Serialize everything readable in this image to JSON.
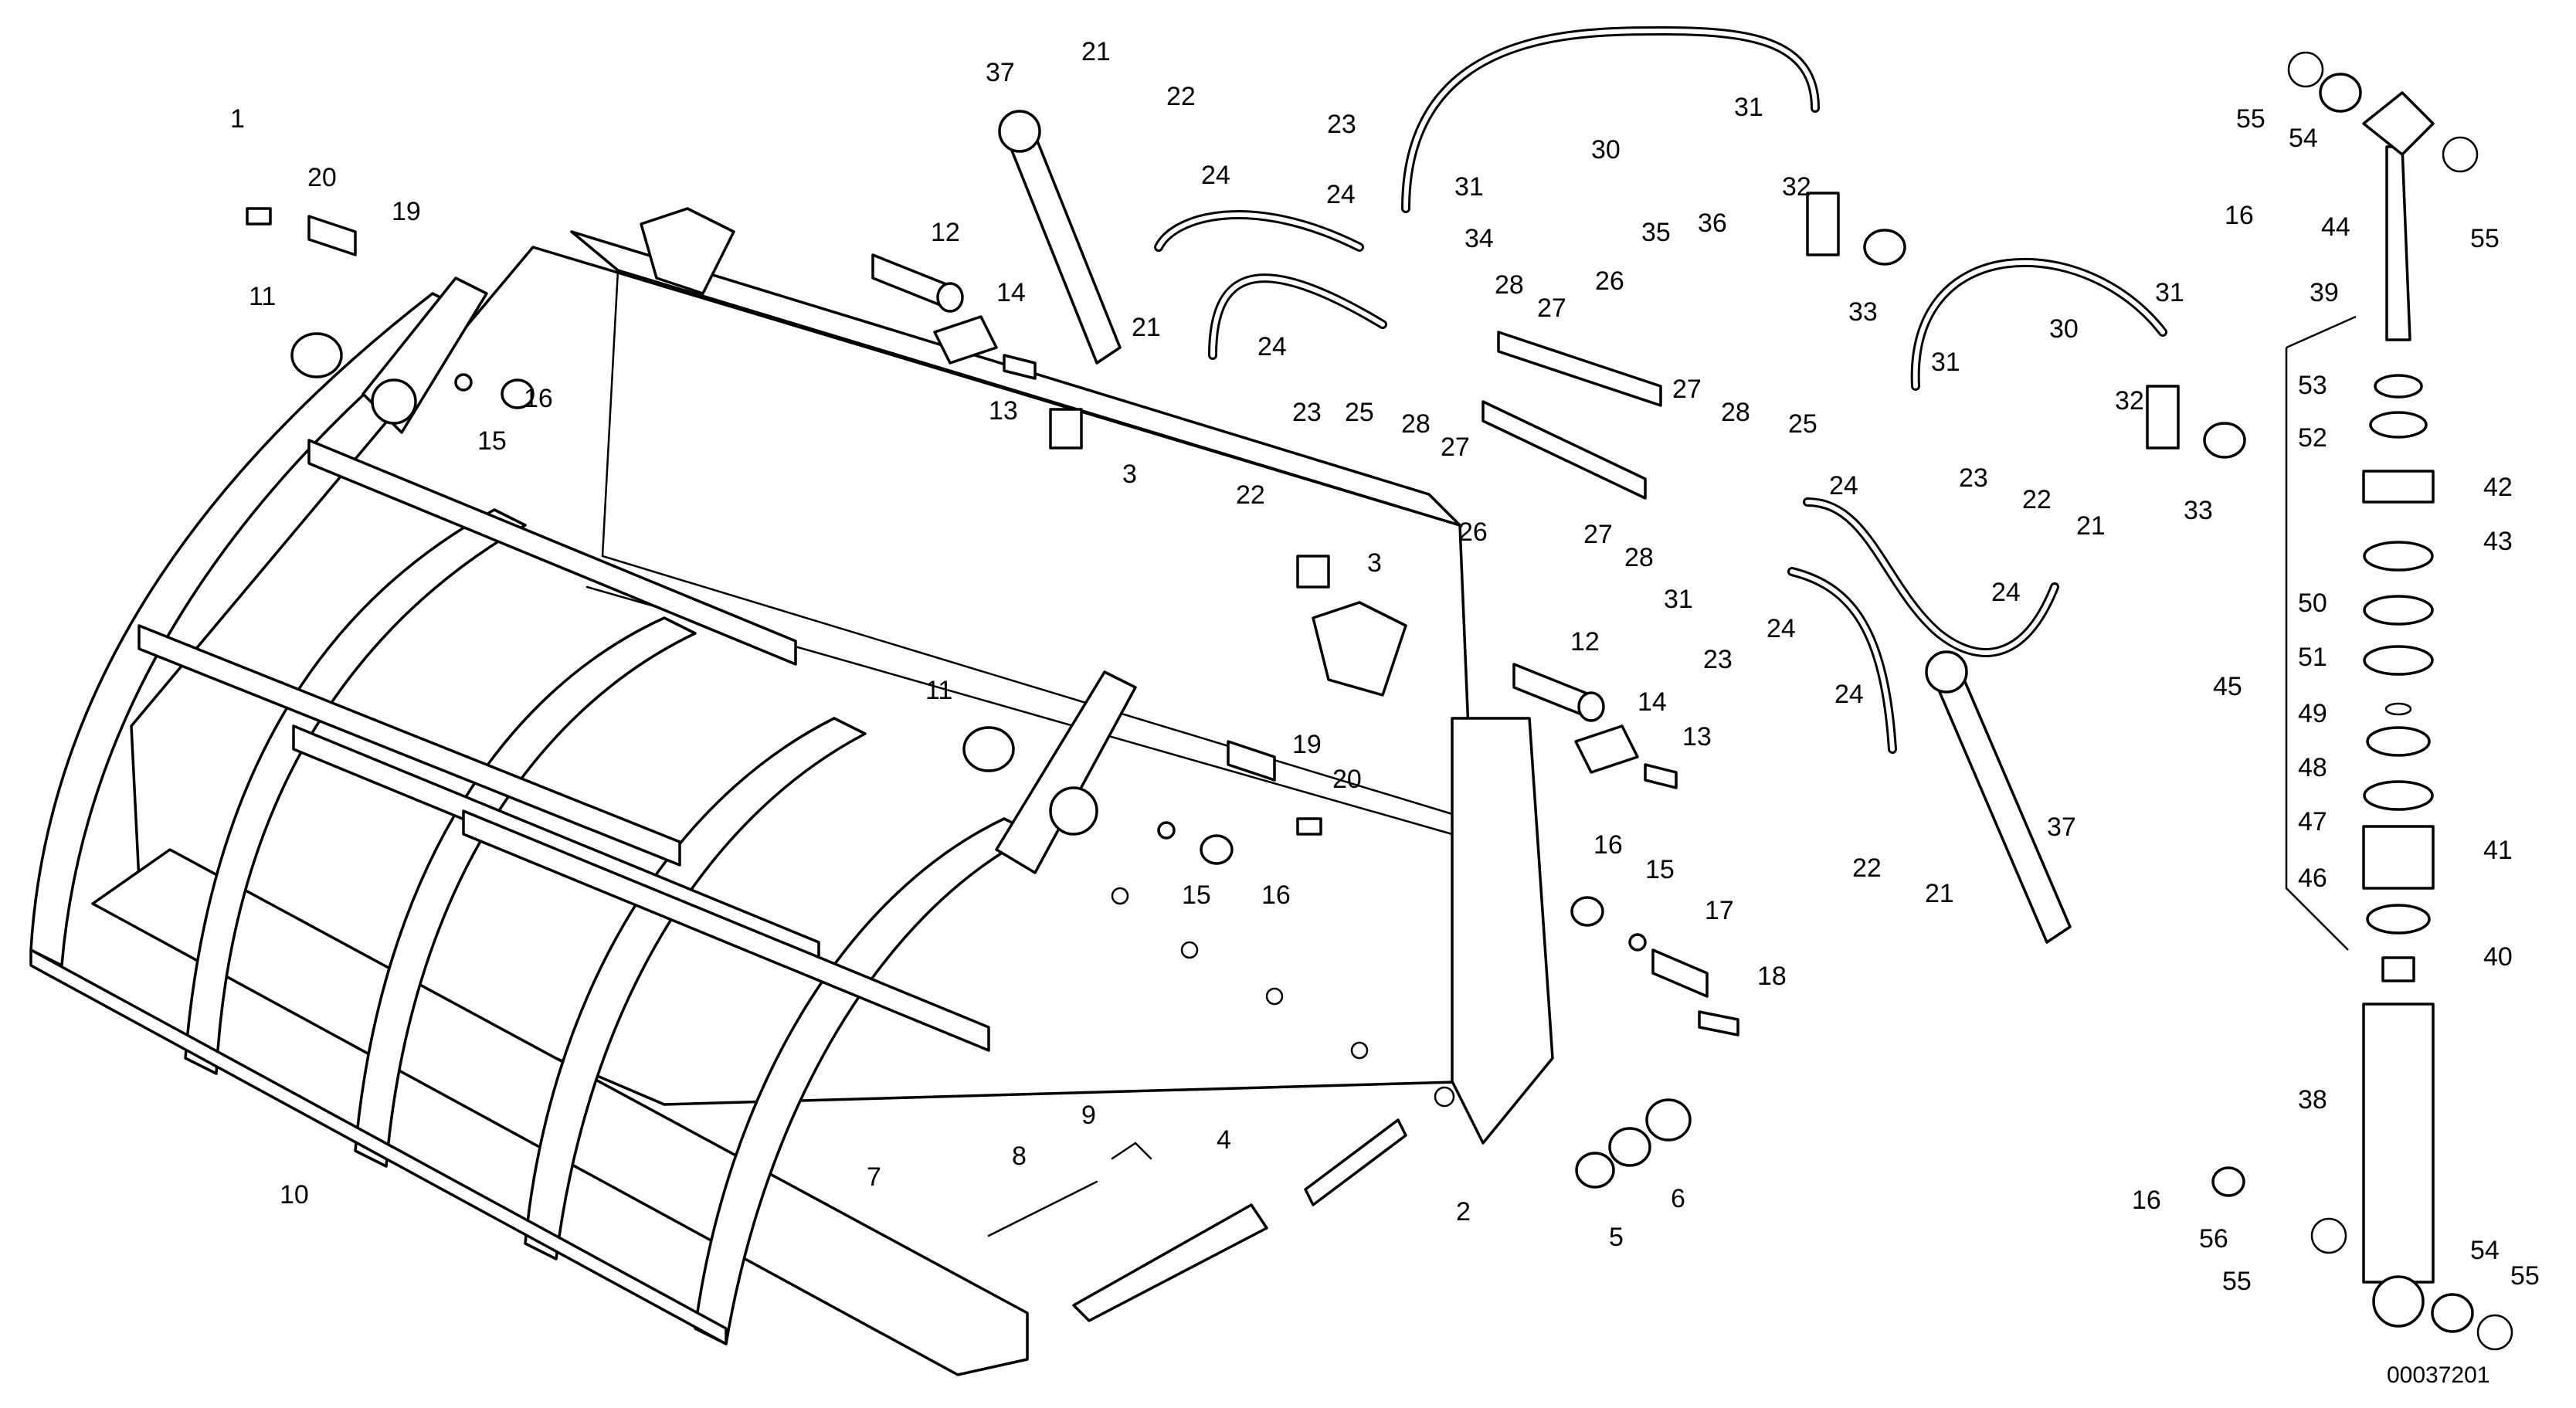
{
  "drawing": {
    "document_number": "00037201"
  },
  "callouts": [
    {
      "label": "1"
    },
    {
      "label": "20"
    },
    {
      "label": "19"
    },
    {
      "label": "11"
    },
    {
      "label": "16"
    },
    {
      "label": "15"
    },
    {
      "label": "10"
    },
    {
      "label": "37"
    },
    {
      "label": "21"
    },
    {
      "label": "22"
    },
    {
      "label": "23"
    },
    {
      "label": "24"
    },
    {
      "label": "12"
    },
    {
      "label": "14"
    },
    {
      "label": "13"
    },
    {
      "label": "3"
    },
    {
      "label": "24"
    },
    {
      "label": "21"
    },
    {
      "label": "22"
    },
    {
      "label": "23"
    },
    {
      "label": "24"
    },
    {
      "label": "25"
    },
    {
      "label": "28"
    },
    {
      "label": "27"
    },
    {
      "label": "30"
    },
    {
      "label": "31"
    },
    {
      "label": "31"
    },
    {
      "label": "34"
    },
    {
      "label": "28"
    },
    {
      "label": "27"
    },
    {
      "label": "26"
    },
    {
      "label": "35"
    },
    {
      "label": "36"
    },
    {
      "label": "32"
    },
    {
      "label": "33"
    },
    {
      "label": "27"
    },
    {
      "label": "28"
    },
    {
      "label": "25"
    },
    {
      "label": "26"
    },
    {
      "label": "27"
    },
    {
      "label": "28"
    },
    {
      "label": "31"
    },
    {
      "label": "24"
    },
    {
      "label": "23"
    },
    {
      "label": "30"
    },
    {
      "label": "31"
    },
    {
      "label": "31"
    },
    {
      "label": "32"
    },
    {
      "label": "33"
    },
    {
      "label": "22"
    },
    {
      "label": "24"
    },
    {
      "label": "21"
    },
    {
      "label": "23"
    },
    {
      "label": "24"
    },
    {
      "label": "24"
    },
    {
      "label": "22"
    },
    {
      "label": "21"
    },
    {
      "label": "37"
    },
    {
      "label": "3"
    },
    {
      "label": "12"
    },
    {
      "label": "11"
    },
    {
      "label": "19"
    },
    {
      "label": "20"
    },
    {
      "label": "14"
    },
    {
      "label": "13"
    },
    {
      "label": "15"
    },
    {
      "label": "16"
    },
    {
      "label": "16"
    },
    {
      "label": "15"
    },
    {
      "label": "17"
    },
    {
      "label": "18"
    },
    {
      "label": "9"
    },
    {
      "label": "8"
    },
    {
      "label": "4"
    },
    {
      "label": "7"
    },
    {
      "label": "2"
    },
    {
      "label": "5"
    },
    {
      "label": "6"
    },
    {
      "label": "55"
    },
    {
      "label": "54"
    },
    {
      "label": "55"
    },
    {
      "label": "16"
    },
    {
      "label": "44"
    },
    {
      "label": "39"
    },
    {
      "label": "53"
    },
    {
      "label": "52"
    },
    {
      "label": "42"
    },
    {
      "label": "43"
    },
    {
      "label": "50"
    },
    {
      "label": "51"
    },
    {
      "label": "45"
    },
    {
      "label": "49"
    },
    {
      "label": "48"
    },
    {
      "label": "47"
    },
    {
      "label": "41"
    },
    {
      "label": "46"
    },
    {
      "label": "40"
    },
    {
      "label": "38"
    },
    {
      "label": "16"
    },
    {
      "label": "56"
    },
    {
      "label": "55"
    },
    {
      "label": "54"
    },
    {
      "label": "55"
    }
  ]
}
